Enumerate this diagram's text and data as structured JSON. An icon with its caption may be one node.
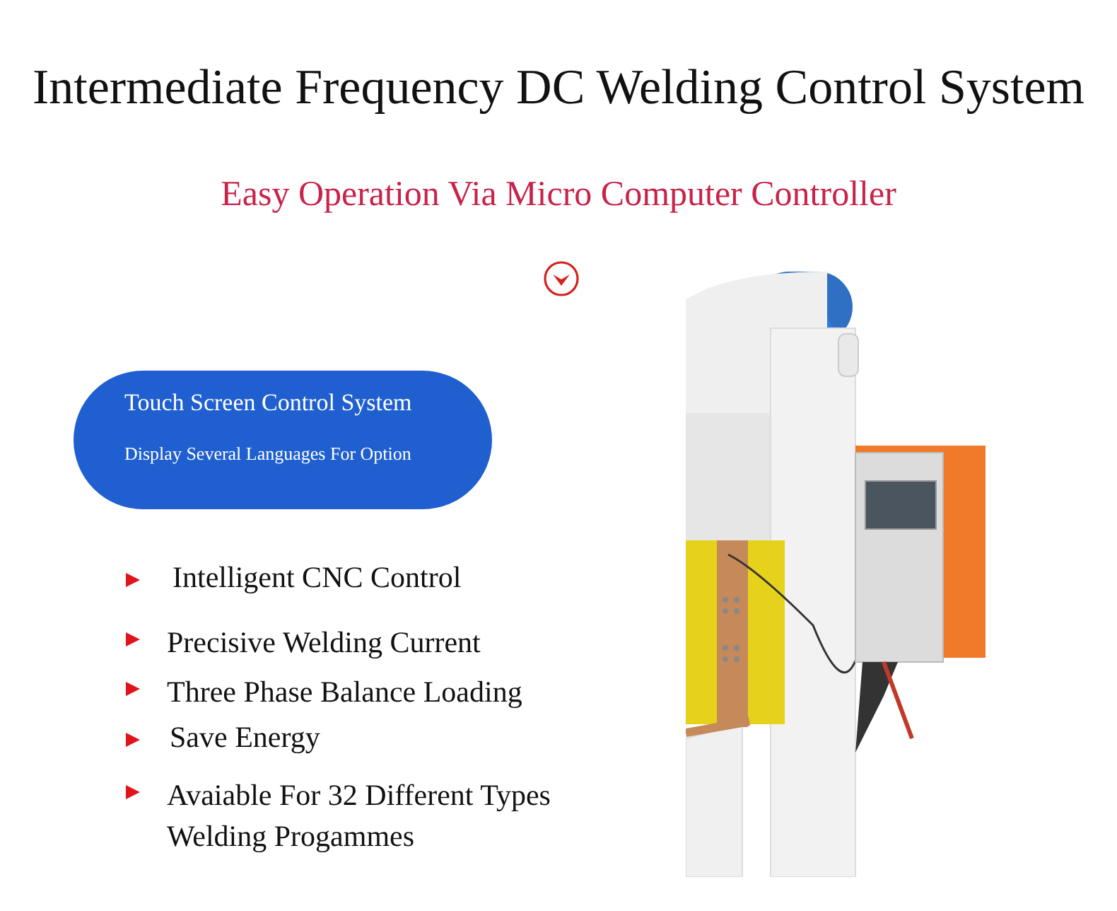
{
  "diagram": {
    "title": "Intermediate Frequency DC Welding Control System",
    "nodes": [
      {
        "text": [
          "Touch Screen Control System",
          "Display Several Languages For Option"
        ]
      }
    ],
    "labels": [
      "Easy Operation Via Micro Computer Controller",
      "Intelligent CNC Control",
      "Precisive Welding Current",
      "Three Phase Balance Loading",
      "Save Energy",
      "Avaiable For 32 Different Types Welding Progammes"
    ]
  }
}
